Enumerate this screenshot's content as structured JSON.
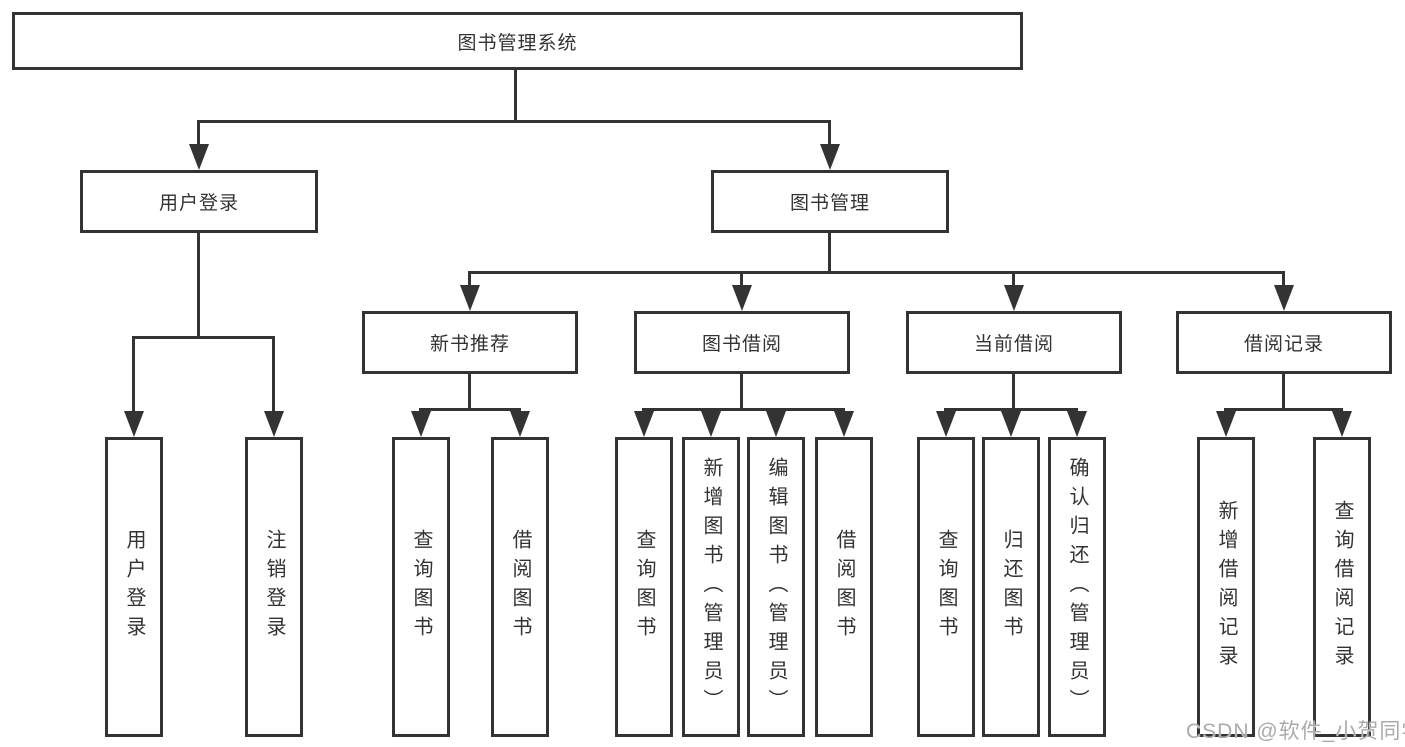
{
  "root": {
    "label": "图书管理系统"
  },
  "level2": {
    "user_login": "用户登录",
    "book_management": "图书管理"
  },
  "level3": {
    "new_book_recommend": "新书推荐",
    "book_borrow": "图书借阅",
    "current_borrow": "当前借阅",
    "borrow_records": "借阅记录"
  },
  "leaves": {
    "user_login": "用户登录",
    "logout": "注销登录",
    "rec_query_books": "查询图书",
    "rec_borrow_books": "借阅图书",
    "bb_query_books": "查询图书",
    "bb_add_books_admin": "新增图书（管理员）",
    "bb_edit_books_admin": "编辑图书（管理员）",
    "bb_borrow_books": "借阅图书",
    "cb_query_books": "查询图书",
    "cb_return_books": "归还图书",
    "cb_confirm_return_admin": "确认归还（管理员）",
    "br_add_record": "新增借阅记录",
    "br_query_record": "查询借阅记录"
  },
  "watermark": "CSDN @软件_小贺同学",
  "colors": {
    "line": "#333333",
    "text": "#333333",
    "background": "#ffffff",
    "watermark": "#ababab"
  }
}
